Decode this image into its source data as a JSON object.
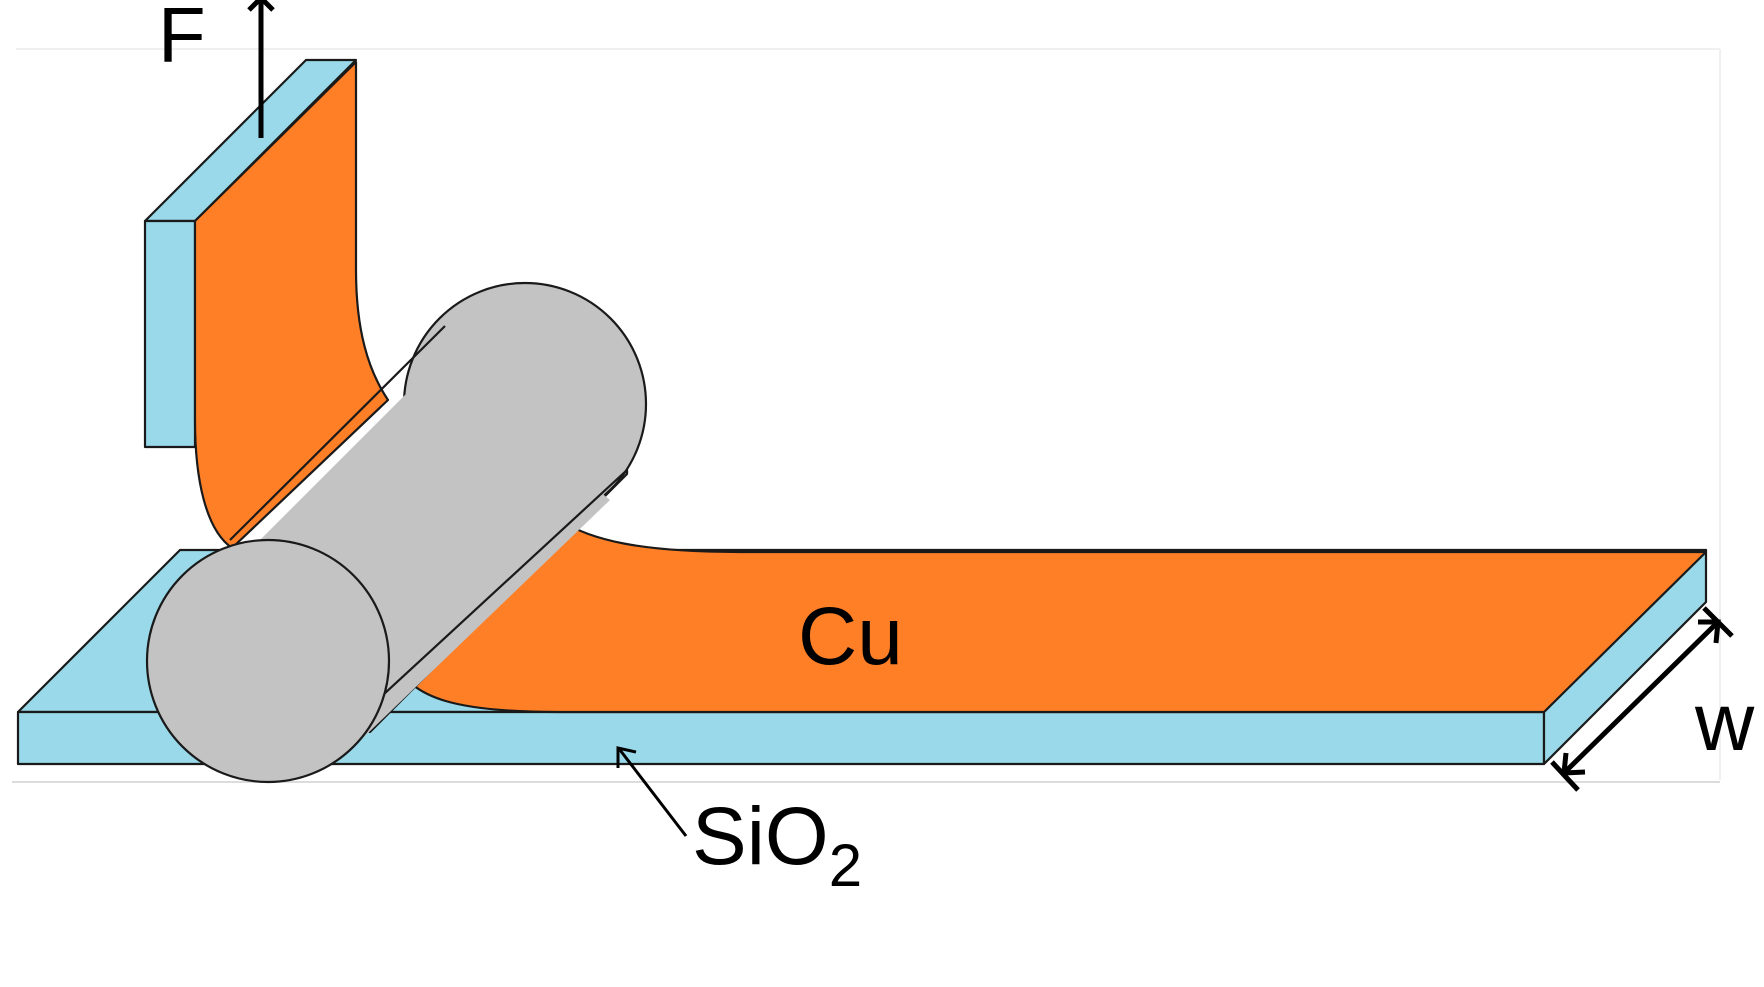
{
  "diagram": {
    "labels": {
      "force": "F",
      "film": "Cu",
      "substrate_main": "SiO",
      "substrate_sub": "2",
      "width": "w"
    },
    "colors": {
      "film": "#FF7F27",
      "substrate": "#99D9EA",
      "roller": "#C3C3C3",
      "outline": "#1a1a1a"
    }
  }
}
